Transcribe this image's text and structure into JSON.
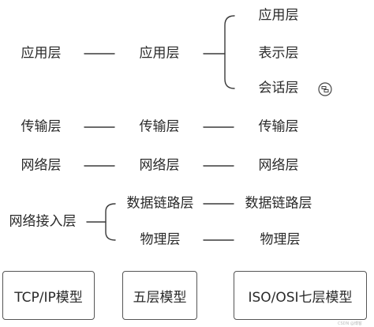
{
  "rows": {
    "application": {
      "tcpip": "应用层",
      "five": "应用层",
      "osi": [
        "应用层",
        "表示层",
        "会话层"
      ]
    },
    "transport": {
      "tcpip": "传输层",
      "five": "传输层",
      "osi": "传输层"
    },
    "network": {
      "tcpip": "网络层",
      "five": "网络层",
      "osi": "网络层"
    },
    "link": {
      "tcpip": "网络接入层",
      "five": [
        "数据链路层",
        "物理层"
      ],
      "osi": [
        "数据链路层",
        "物理层"
      ]
    }
  },
  "models": {
    "tcpip": "TCP/IP模型",
    "five": "五层模型",
    "osi": "ISO/OSI七层模型"
  },
  "icons": {
    "note": "note-icon"
  },
  "watermark": "CSDN @博客"
}
